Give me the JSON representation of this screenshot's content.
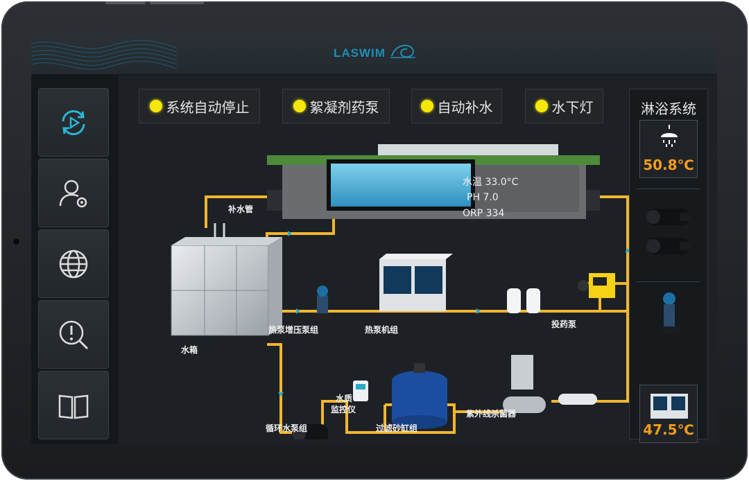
{
  "brand": {
    "logo": "LASWIM"
  },
  "sidebar": {
    "items": [
      {
        "name": "refresh-play-icon"
      },
      {
        "name": "user-settings-icon"
      },
      {
        "name": "globe-icon"
      },
      {
        "name": "search-alert-icon"
      },
      {
        "name": "book-icon"
      }
    ]
  },
  "status": [
    {
      "label": "系统自动停止",
      "indicator": "#f6e70a"
    },
    {
      "label": "絮凝剂药泵",
      "indicator": "#f6e70a"
    },
    {
      "label": "自动补水",
      "indicator": "#f6e70a"
    },
    {
      "label": "水下灯",
      "indicator": "#f6e70a"
    }
  ],
  "pool": {
    "temp": "水温 33.0°C",
    "ph": "PH  7.0",
    "orp": "ORP 334"
  },
  "labels": {
    "refill_pipe": "补水管",
    "water_tank": "水箱",
    "booster_pump": "热泵增压泵组",
    "heat_pump": "热泵机组",
    "dosing_pump": "投药泵",
    "monitor_1": "水质",
    "monitor_2": "监控仪",
    "circulation_pump": "循环水泵组",
    "sand_filter": "过滤砂缸组",
    "uv_sterilizer": "紫外线杀菌器"
  },
  "right_panel": {
    "title": "淋浴系统",
    "shower_temp": "50.8℃",
    "heater_temp": "47.5℃"
  },
  "colors": {
    "pipe": "#f2b630",
    "flow": "#2aa9c9",
    "accent_temp": "#f59b1a",
    "brand": "#1f8fb3"
  }
}
